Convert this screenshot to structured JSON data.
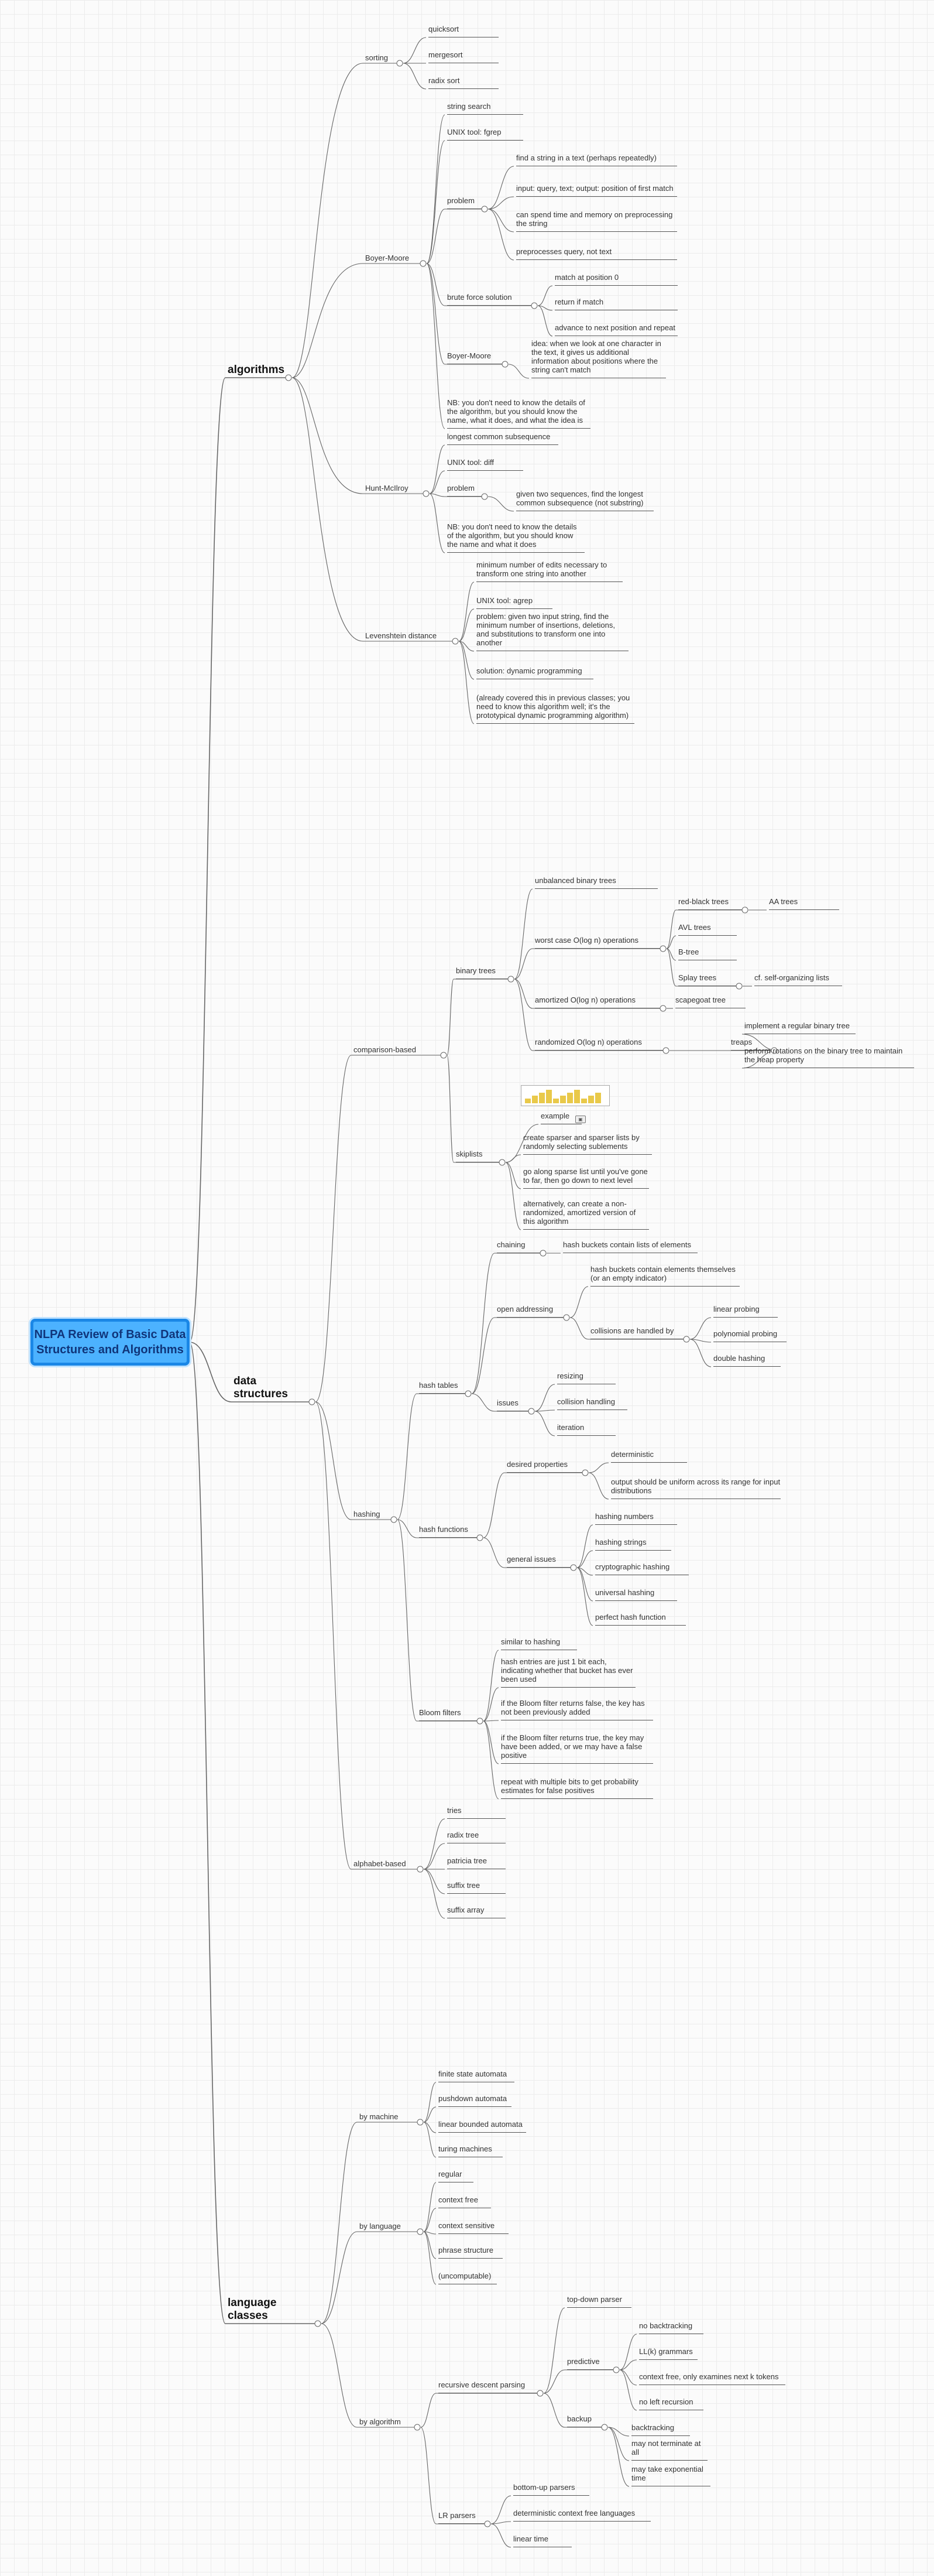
{
  "root": "NLPA Review of Basic Data Structures and Algorithms",
  "children": [
    {
      "label": "algorithms",
      "children": [
        {
          "label": "sorting",
          "children": [
            {
              "label": "quicksort"
            },
            {
              "label": "mergesort"
            },
            {
              "label": "radix sort"
            }
          ]
        },
        {
          "label": "Boyer-Moore",
          "children": [
            {
              "label": "string search"
            },
            {
              "label": "UNIX tool: fgrep"
            },
            {
              "label": "problem",
              "children": [
                {
                  "label": "find a string in a text (perhaps repeatedly)"
                },
                {
                  "label": "input: query, text; output: position of first match"
                },
                {
                  "label": "can spend time and memory on preprocessing the string"
                },
                {
                  "label": "preprocesses query, not text"
                }
              ]
            },
            {
              "label": "brute force solution",
              "children": [
                {
                  "label": "match at position 0"
                },
                {
                  "label": "return if match"
                },
                {
                  "label": "advance to next position and repeat"
                }
              ]
            },
            {
              "label": "Boyer-Moore",
              "children": [
                {
                  "label": "idea: when we look at one character in the text, it gives us additional information about positions where the string can't match"
                }
              ]
            },
            {
              "label": "NB: you don't need to know the details of the algorithm, but you should know the name, what it does, and what the idea is"
            }
          ]
        },
        {
          "label": "Hunt-McIlroy",
          "children": [
            {
              "label": "longest common subsequence"
            },
            {
              "label": "UNIX tool: diff"
            },
            {
              "label": "problem",
              "children": [
                {
                  "label": "given two sequences, find the longest common subsequence (not substring)"
                }
              ]
            },
            {
              "label": "NB: you don't need to know the details of the algorithm, but you should know the name and what it does"
            }
          ]
        },
        {
          "label": "Levenshtein distance",
          "children": [
            {
              "label": "minimum number of edits necessary to transform one string into another"
            },
            {
              "label": "UNIX tool: agrep"
            },
            {
              "label": "problem: given two input string, find the minimum number of insertions, deletions, and substitutions to transform one into another"
            },
            {
              "label": "solution: dynamic programming"
            },
            {
              "label": "(already covered this in previous classes; you need to know this algorithm well; it's the prototypical dynamic programming algorithm)"
            }
          ]
        }
      ]
    },
    {
      "label": "data structures",
      "children": [
        {
          "label": "comparison-based",
          "children": [
            {
              "label": "binary trees",
              "children": [
                {
                  "label": "unbalanced binary trees"
                },
                {
                  "label": "worst case O(log n) operations",
                  "children": [
                    {
                      "label": "red-black trees",
                      "children": [
                        {
                          "label": "AA trees"
                        }
                      ]
                    },
                    {
                      "label": "AVL trees"
                    },
                    {
                      "label": "B-tree"
                    },
                    {
                      "label": "Splay trees",
                      "children": [
                        {
                          "label": "cf. self-organizing lists"
                        }
                      ]
                    }
                  ]
                },
                {
                  "label": "amortized O(log n) operations",
                  "children": [
                    {
                      "label": "scapegoat tree"
                    }
                  ]
                },
                {
                  "label": "randomized O(log n) operations",
                  "children": [
                    {
                      "label": "treaps",
                      "children": [
                        {
                          "label": "implement a regular binary tree"
                        },
                        {
                          "label": "perform rotations on the binary tree to maintain the heap property"
                        }
                      ]
                    }
                  ]
                }
              ]
            },
            {
              "label": "skiplists",
              "children": [
                {
                  "label": "example"
                },
                {
                  "label": "create sparser and sparser lists by randomly selecting sublements"
                },
                {
                  "label": "go along sparse list until you've gone to far, then go down to next level"
                },
                {
                  "label": "alternatively, can create a non-randomized, amortized version of this algorithm"
                }
              ]
            }
          ]
        },
        {
          "label": "hashing",
          "children": [
            {
              "label": "hash tables",
              "children": [
                {
                  "label": "chaining",
                  "children": [
                    {
                      "label": "hash buckets contain lists of elements"
                    }
                  ]
                },
                {
                  "label": "open addressing",
                  "children": [
                    {
                      "label": "hash buckets contain elements themselves (or an empty indicator)"
                    },
                    {
                      "label": "collisions are handled by",
                      "children": [
                        {
                          "label": "linear probing"
                        },
                        {
                          "label": "polynomial probing"
                        },
                        {
                          "label": "double hashing"
                        }
                      ]
                    }
                  ]
                },
                {
                  "label": "issues",
                  "children": [
                    {
                      "label": "resizing"
                    },
                    {
                      "label": "collision handling"
                    },
                    {
                      "label": "iteration"
                    }
                  ]
                }
              ]
            },
            {
              "label": "hash functions",
              "children": [
                {
                  "label": "desired properties",
                  "children": [
                    {
                      "label": "deterministic"
                    },
                    {
                      "label": "output should be uniform across its range for input distributions"
                    }
                  ]
                },
                {
                  "label": "general issues",
                  "children": [
                    {
                      "label": "hashing numbers"
                    },
                    {
                      "label": "hashing strings"
                    },
                    {
                      "label": "cryptographic hashing"
                    },
                    {
                      "label": "universal hashing"
                    },
                    {
                      "label": "perfect hash function"
                    }
                  ]
                }
              ]
            },
            {
              "label": "Bloom filters",
              "children": [
                {
                  "label": "similar to hashing"
                },
                {
                  "label": "hash entries are just 1 bit each, indicating whether that bucket has ever been used"
                },
                {
                  "label": "if the Bloom filter returns false, the key has not been previously added"
                },
                {
                  "label": "if the Bloom filter returns true, the key may have been added, or we may have a false positive"
                },
                {
                  "label": "repeat with multiple bits to get probability estimates for false positives"
                }
              ]
            }
          ]
        },
        {
          "label": "alphabet-based",
          "children": [
            {
              "label": "tries"
            },
            {
              "label": "radix tree"
            },
            {
              "label": "patricia tree"
            },
            {
              "label": "suffix tree"
            },
            {
              "label": "suffix array"
            }
          ]
        }
      ]
    },
    {
      "label": "language classes",
      "children": [
        {
          "label": "by machine",
          "children": [
            {
              "label": "finite state automata"
            },
            {
              "label": "pushdown automata"
            },
            {
              "label": "linear bounded automata"
            },
            {
              "label": "turing machines"
            }
          ]
        },
        {
          "label": "by language",
          "children": [
            {
              "label": "regular"
            },
            {
              "label": "context free"
            },
            {
              "label": "context sensitive"
            },
            {
              "label": "phrase structure"
            },
            {
              "label": "(uncomputable)"
            }
          ]
        },
        {
          "label": "by algorithm",
          "children": [
            {
              "label": "recursive descent parsing",
              "children": [
                {
                  "label": "top-down parser"
                },
                {
                  "label": "predictive",
                  "children": [
                    {
                      "label": "no backtracking"
                    },
                    {
                      "label": "LL(k) grammars"
                    },
                    {
                      "label": "context free, only examines next k tokens"
                    },
                    {
                      "label": "no left recursion"
                    }
                  ]
                },
                {
                  "label": "backup",
                  "children": [
                    {
                      "label": "backtracking"
                    },
                    {
                      "label": "may not terminate at all"
                    },
                    {
                      "label": "may take exponential time"
                    }
                  ]
                }
              ]
            },
            {
              "label": "LR parsers",
              "children": [
                {
                  "label": "bottom-up parsers"
                },
                {
                  "label": "deterministic context free languages"
                },
                {
                  "label": "linear time"
                }
              ]
            }
          ]
        }
      ]
    }
  ]
}
